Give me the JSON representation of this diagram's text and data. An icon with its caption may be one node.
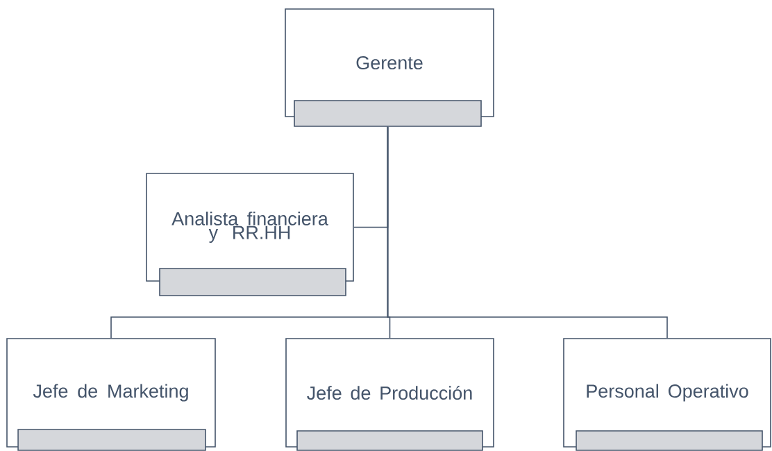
{
  "diagram": {
    "nodes": [
      {
        "text": [
          "Gerente"
        ]
      },
      {
        "text": [],
        "shape": "bar"
      },
      {
        "text": [
          "Analista financiera y RR.HH"
        ]
      },
      {
        "text": [],
        "shape": "bar"
      },
      {
        "text": [
          "Jefe de Marketing"
        ]
      },
      {
        "text": [],
        "shape": "bar"
      },
      {
        "text": [
          "Jefe de Producción"
        ]
      },
      {
        "text": [],
        "shape": "bar"
      },
      {
        "text": [
          "Personal Operativo"
        ]
      },
      {
        "text": [],
        "shape": "bar"
      }
    ],
    "edges": [
      {
        "from": 1,
        "to": 2,
        "arrow": "none"
      },
      {
        "from": 1,
        "to": 4,
        "arrow": "none"
      },
      {
        "from": 1,
        "to": 6,
        "arrow": "none"
      },
      {
        "from": 1,
        "to": 8,
        "arrow": "none"
      }
    ]
  }
}
